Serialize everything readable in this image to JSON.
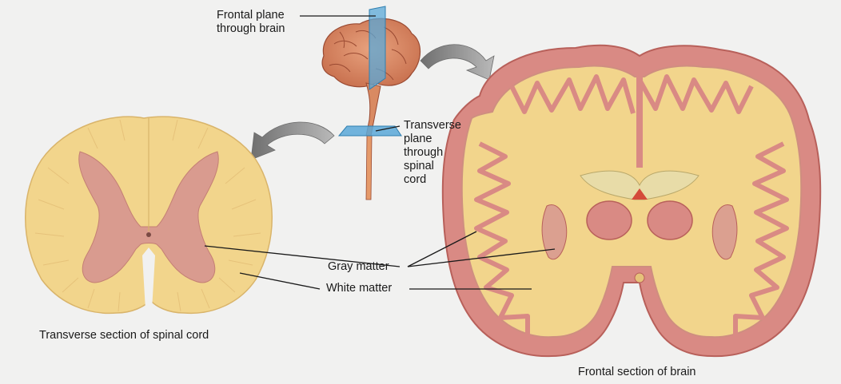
{
  "labels": {
    "frontal_plane": [
      "Frontal plane",
      "through brain"
    ],
    "transverse_plane": [
      "Transverse",
      "plane",
      "through",
      "spinal",
      "cord"
    ],
    "gray_matter": "Gray matter",
    "white_matter": "White matter",
    "spinal_section": "Transverse section of spinal cord",
    "brain_section": "Frontal section of brain"
  },
  "colors": {
    "background": "#f1f1f0",
    "white_matter": "#f2d58c",
    "gray_matter": "#d99b8f",
    "cortex_outline": "#c9706a",
    "plane": "#5aa8d8",
    "arrow": "#8a8a8a"
  }
}
